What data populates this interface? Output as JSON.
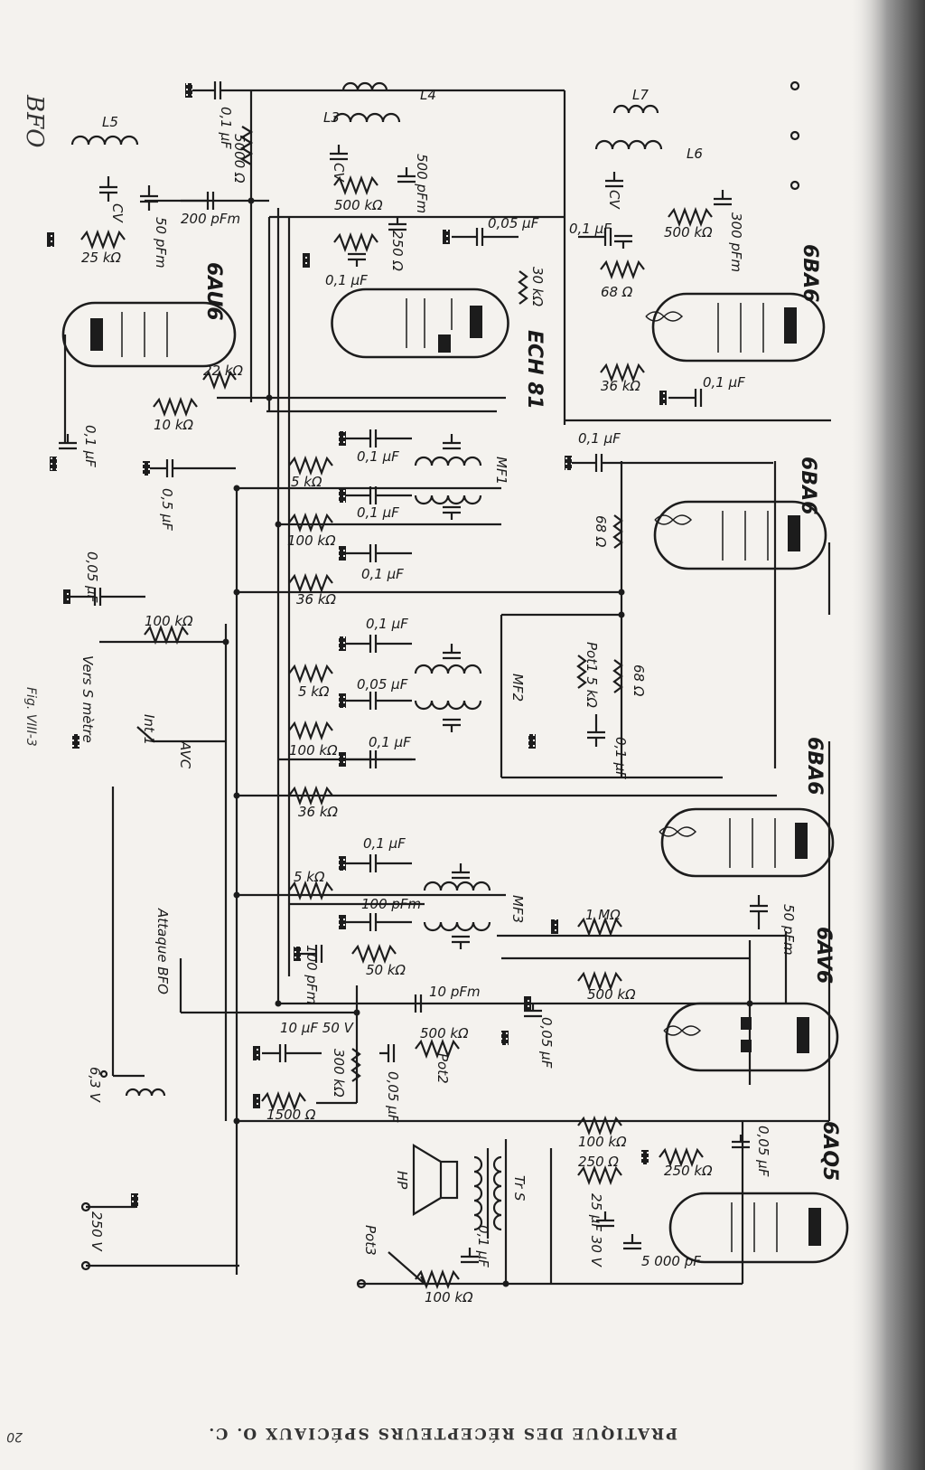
{
  "labels": {
    "bfo": "BFO",
    "c_01uf_a": "0,1 µF",
    "r_5000": "5000 Ω",
    "l5": "L5",
    "l4": "L4",
    "l3": "L3",
    "l6": "L6",
    "l7": "L7",
    "cv_1": "CV",
    "cv_2": "CV",
    "cv_3": "CV",
    "r_500k_a": "500 kΩ",
    "c_500pf": "500 pFm",
    "c_50pf": "50 pFm",
    "c_200pf": "200 pFm",
    "c_005uf_a": "0,05 µF",
    "c_01uf_b": "0,1 µF",
    "r_500k_b": "500 kΩ",
    "c_300pf": "300 pFm",
    "r_25k": "25 kΩ",
    "tube_6au6": "6AU6",
    "c_01uf_c": "0,1 µF",
    "c_250": "250 Ω",
    "r_30k": "30 kΩ",
    "r_68a": "68 Ω",
    "tube_6ba6_a": "6BA6",
    "tube_ech81": "ECH 81",
    "r_22k": "22 kΩ",
    "r_10k": "10 kΩ",
    "r_36k_a": "36 kΩ",
    "c_01uf_d": "0,1 µF",
    "c_01uf_e": "0,1 µF",
    "c_01uf_f": "0,1 µF",
    "c_01uf_g": "0,1 µF",
    "c_05uf": "0,5 µF",
    "r_5k_a": "5 kΩ",
    "mf1": "MF1",
    "c_01uf_h": "0,1 µF",
    "r_100k_a": "100 kΩ",
    "r_68b": "68 Ω",
    "tube_6ba6_b": "6BA6",
    "c_01uf_i": "0,1 µF",
    "r_36k_b": "36 kΩ",
    "c_005uf_b": "0,05 µF",
    "r_100k_b": "100 kΩ",
    "vers_s": "Vers S mètre",
    "fig": "Fig. VIII-3",
    "c_01uf_j": "0,1 µF",
    "r_5k_b": "5 kΩ",
    "c_005uf_c": "0,05 µF",
    "mf2": "MF2",
    "pot1": "Pot1 5 kΩ",
    "r_68c": "68 Ω",
    "c_01uf_k": "0,1 µF",
    "int1": "Int 1",
    "avc": "AVC",
    "r_100k_c": "100 kΩ",
    "c_01uf_l": "0,1 µF",
    "r_36k_c": "36 kΩ",
    "tube_6ba6_c": "6BA6",
    "c_01uf_m": "0,1 µF",
    "r_5k_c": "5 kΩ",
    "c_100pf_a": "100 pFm",
    "mf3": "MF3",
    "r_1m": "1 MΩ",
    "c_50pf_b": "50 pFm",
    "c_100pf_b": "100 pFm",
    "r_50k": "50 kΩ",
    "attaque": "Attaque BFO",
    "c_10pf": "10 pFm",
    "r_500k_c": "500 kΩ",
    "tube_6av6": "6AV6",
    "c_10uf": "10 µF 50 V",
    "r_500k_d": "500 kΩ",
    "pot2": "Pot2",
    "c_005uf_d": "0,05 µF",
    "c_005uf_e": "0,05 µF",
    "r_300k": "300 kΩ",
    "v63": "6,3 V",
    "r_1500": "1500 Ω",
    "r_100k_d": "100 kΩ",
    "c_005uf_f": "0,05 µF",
    "tube_6aq5": "6AQ5",
    "r_250a": "250 Ω",
    "r_250k": "250 kΩ",
    "hp": "HP",
    "trs": "Tr S",
    "c_25uf": "25 µF 30 V",
    "c_5000pf": "5 000 pF",
    "c_01uf_n": "0,1 µF",
    "pot3": "Pot3",
    "r_100k_e": "100 kΩ",
    "v250": "250 V",
    "footer": "PRATIQUE DES RÉCEPTEURS SPÉCIAUX O. C.",
    "page_num": "20"
  }
}
